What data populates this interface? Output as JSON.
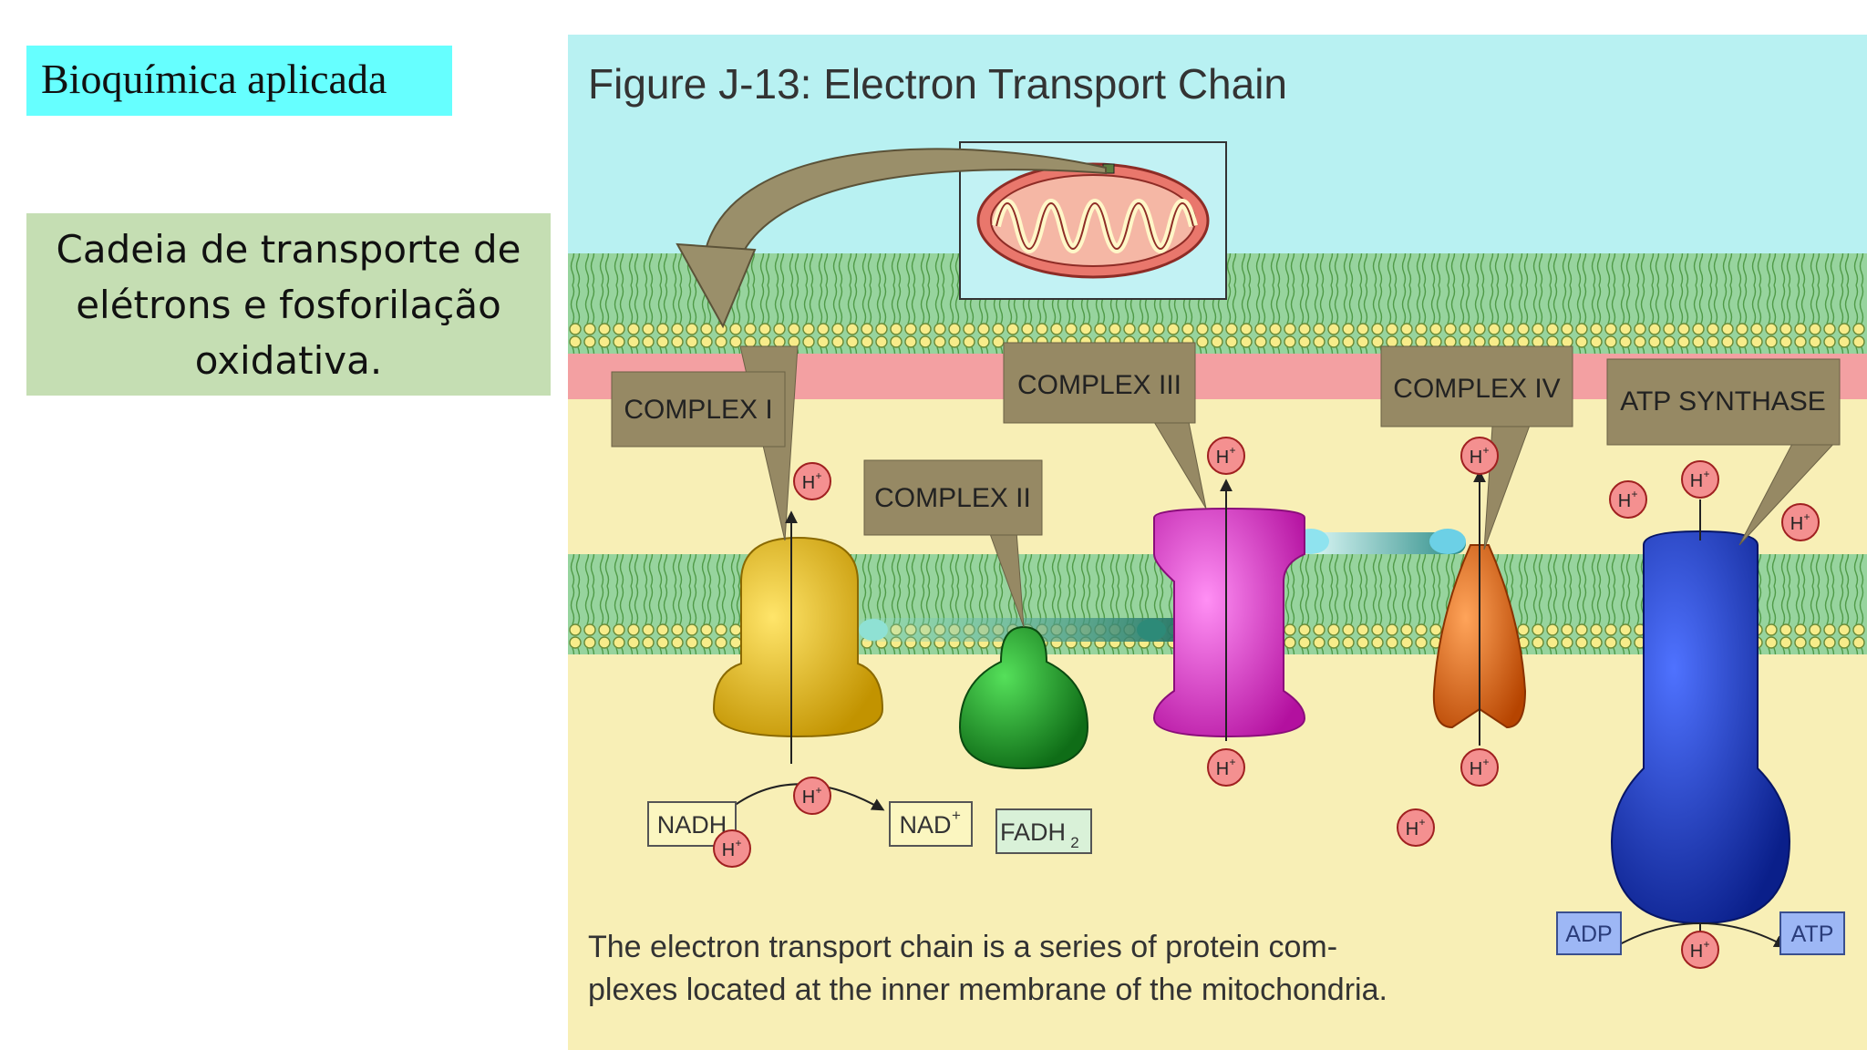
{
  "slide": {
    "title": "Bioquímica aplicada",
    "subtitle_lines": [
      "Cadeia de transporte de",
      "elétrons e fosforilação",
      "oxidativa."
    ]
  },
  "figure": {
    "title": "Figure J-13: Electron Transport Chain",
    "complexes": {
      "c1": "COMPLEX I",
      "c2": "COMPLEX II",
      "c3": "COMPLEX III",
      "c4": "COMPLEX IV",
      "atp": "ATP SYNTHASE"
    },
    "molecules": {
      "nadh": "NADH",
      "nad": "NAD",
      "nad_sup": "+",
      "fadh": "FADH",
      "fadh_sub": "2",
      "adp": "ADP",
      "atp": "ATP"
    },
    "proton": {
      "base": "H",
      "sup": "+"
    },
    "caption_lines": [
      "The electron transport chain is a series of protein com-",
      "plexes located at the inner membrane of the mitochondria."
    ]
  },
  "colors": {
    "sky": "#b8f1f2",
    "intermembrane": "#f3a0a2",
    "matrix": "#f8efb6",
    "membrane": "#97d49e",
    "label_box": "#968964",
    "complex1": "#e8bd12",
    "complex2": "#1f9a2a",
    "complex3": "#e92ed6",
    "complex4": "#e66a18",
    "atp_synthase": "#1736d6",
    "proton": "#f49090"
  }
}
